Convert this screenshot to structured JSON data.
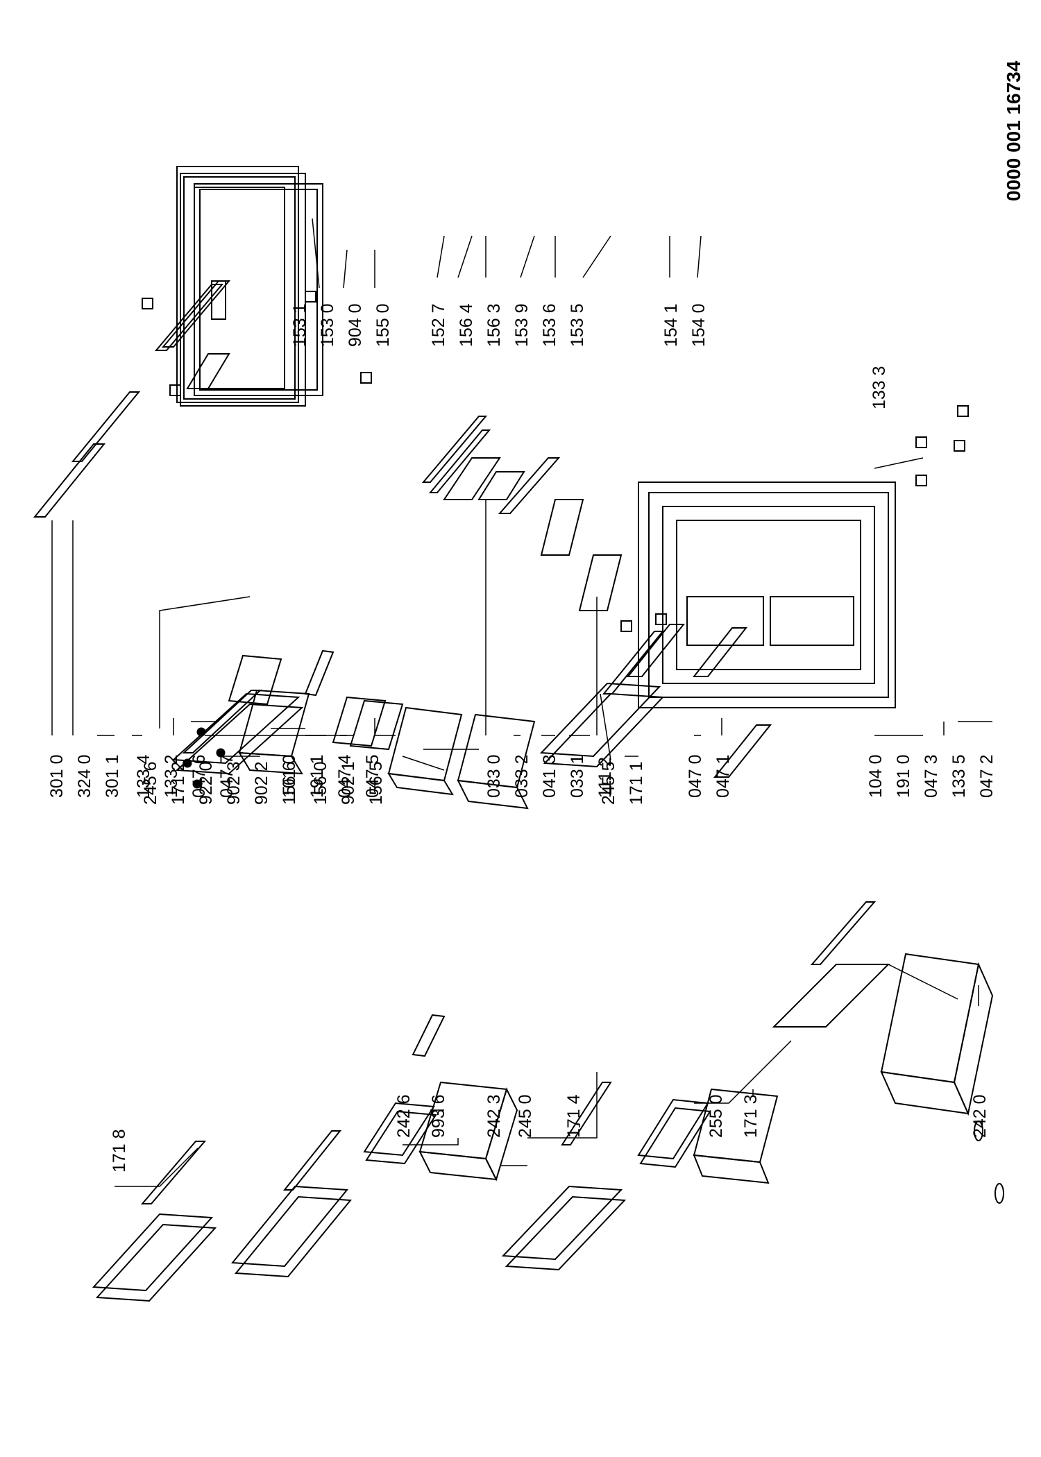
{
  "document": {
    "id": "0000 001 16734"
  },
  "labels": {
    "l1718": "171 8",
    "l2426": "242 6",
    "l9936": "993 6",
    "l2423": "242 3",
    "l2450": "245 0",
    "l1714": "171 4",
    "l2550": "255 0",
    "l1713": "171 3",
    "l2420": "242 0",
    "l2456": "245 6",
    "l1712": "171 2",
    "l9220": "922 0",
    "l9023": "902 3",
    "l9022": "902 2",
    "l1566": "156 6",
    "l1560": "156 0",
    "l9021": "902 1",
    "l1565": "156 5",
    "l2455": "245 5",
    "l1711": "171 1",
    "l3010": "301 0",
    "l3240": "324 0",
    "l3011": "301 1",
    "l1334": "133 4",
    "l1332": "133 2",
    "l0476": "047 6",
    "l0477": "047 7",
    "l1010": "101 0",
    "l1911": "191 1",
    "l0474": "047 4",
    "l0475": "047 5",
    "l0330": "033 0",
    "l0332": "033 2",
    "l0413": "041 3",
    "l0331": "033 1",
    "l1112": "111 2",
    "l0470": "047 0",
    "l0471": "047 1",
    "l1040": "104 0",
    "l1910": "191 0",
    "l0473": "047 3",
    "l1335": "133 5",
    "l0472": "047 2",
    "l1333": "133 3",
    "l1531": "153 1",
    "l1530": "153 0",
    "l9040": "904 0",
    "l1550": "155 0",
    "l1527": "152 7",
    "l1564": "156 4",
    "l1563": "156 3",
    "l1539": "153 9",
    "l1536": "153 6",
    "l1535": "153 5",
    "l1541": "154 1",
    "l1540": "154 0"
  }
}
